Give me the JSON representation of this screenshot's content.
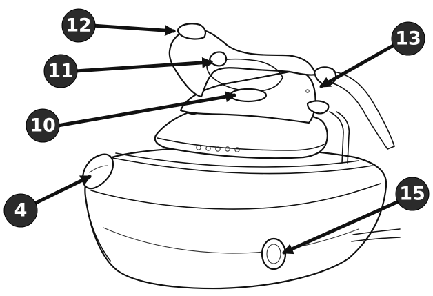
{
  "callouts": [
    {
      "id": "c12",
      "label": "12"
    },
    {
      "id": "c11",
      "label": "11"
    },
    {
      "id": "c10",
      "label": "10"
    },
    {
      "id": "c13",
      "label": "13"
    },
    {
      "id": "c4",
      "label": "4"
    },
    {
      "id": "c15",
      "label": "15"
    }
  ],
  "colors": {
    "callout_fill": "#2b2b2b",
    "callout_text": "#ffffff",
    "line": "#111111",
    "body": "#ffffff"
  }
}
